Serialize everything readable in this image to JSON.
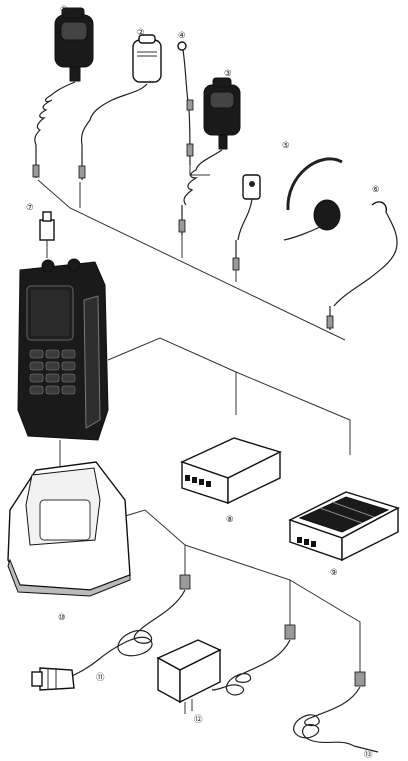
{
  "labels": [
    "①",
    "②",
    "③",
    "④",
    "⑤",
    "⑥",
    "⑦",
    "⑧",
    "⑨",
    "⑩",
    "⑪",
    "⑫",
    "⑬"
  ],
  "items": [
    {
      "id": "1",
      "name": "speaker-microphone-1"
    },
    {
      "id": "2",
      "name": "speaker-microphone-2"
    },
    {
      "id": "3",
      "name": "speaker-microphone-3"
    },
    {
      "id": "4",
      "name": "earphone-tube"
    },
    {
      "id": "5",
      "name": "headset"
    },
    {
      "id": "6",
      "name": "earphone-clip"
    },
    {
      "id": "7",
      "name": "antenna-adapter"
    },
    {
      "id": "8",
      "name": "battery-pack"
    },
    {
      "id": "9",
      "name": "battery-case"
    },
    {
      "id": "10",
      "name": "charger-stand"
    },
    {
      "id": "11",
      "name": "car-charger-cable"
    },
    {
      "id": "12",
      "name": "ac-adapter"
    },
    {
      "id": "13",
      "name": "dc-cable"
    }
  ],
  "colors": {
    "line": "#333333",
    "screen": "#1a1a1a",
    "background": "#ffffff"
  }
}
